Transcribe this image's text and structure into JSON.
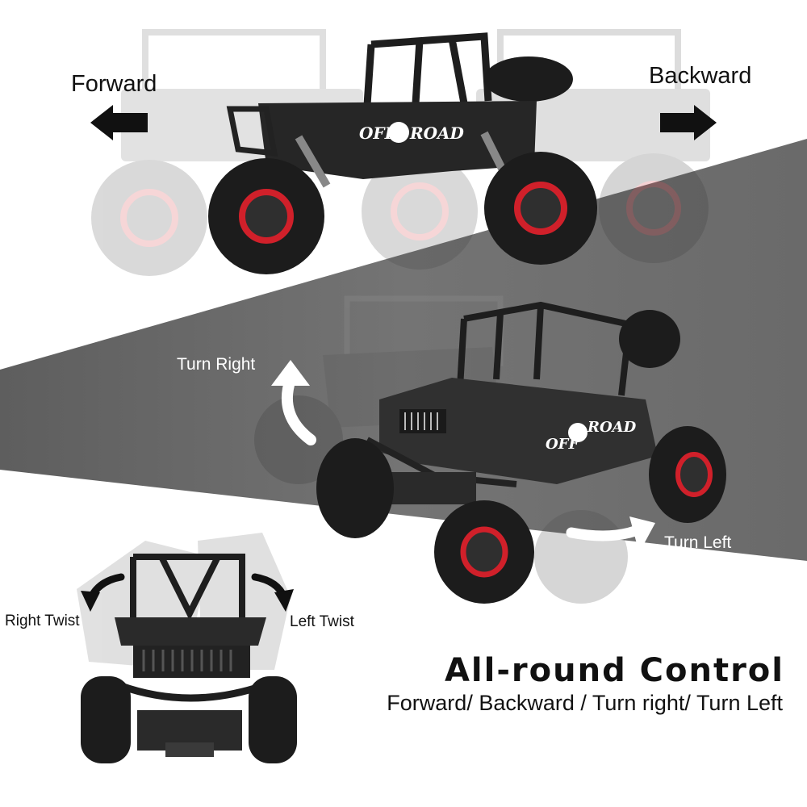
{
  "labels": {
    "forward": "Forward",
    "backward": "Backward",
    "turn_right": "Turn Right",
    "turn_left": "Turn Left",
    "right_twist": "Right Twist",
    "left_twist": "Left Twist"
  },
  "car_decal": {
    "word1": "OFF",
    "word2": "ROAD"
  },
  "headline": "All-round Control",
  "subheadline": "Forward/ Backward / Turn right/ Turn Left",
  "colors": {
    "band": "#6a6a6a",
    "rim": "#d0202a",
    "body": "#2a2a2a",
    "tire": "#1c1c1c",
    "arrow_dark": "#111111",
    "arrow_light": "#ffffff"
  }
}
